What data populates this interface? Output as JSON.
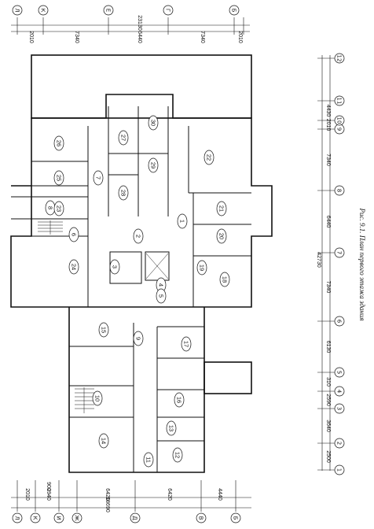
{
  "caption": "Рис. 9.1. План первого этажа здания",
  "axes_top": [
    "Л",
    "К",
    "Е",
    "Г",
    "Б"
  ],
  "axes_bottom": [
    "Л",
    "К",
    "И",
    "Ж",
    "Д",
    "В",
    "Б"
  ],
  "axes_right": [
    "1",
    "2",
    "3",
    "4",
    "5",
    "6",
    "7",
    "8",
    "9",
    "10",
    "11",
    "12"
  ],
  "dims_top": {
    "row1": [
      "2010",
      "7340",
      "6440",
      "7340",
      "2010"
    ],
    "total": "23130"
  },
  "dims_bottom": {
    "note": "900",
    "row1": [
      "2010",
      "2940",
      "6420",
      "6420",
      "4440"
    ],
    "total": "18690"
  },
  "dims_right": {
    "row1": [
      "2500",
      "3640",
      "2590",
      "310",
      "6130",
      "7340",
      "6440",
      "7340",
      "2010",
      "4430"
    ],
    "sub": "42730"
  },
  "rooms": [
    {
      "n": "1"
    },
    {
      "n": "2"
    },
    {
      "n": "3"
    },
    {
      "n": "4"
    },
    {
      "n": "5"
    },
    {
      "n": "6"
    },
    {
      "n": "7"
    },
    {
      "n": "8"
    },
    {
      "n": "9"
    },
    {
      "n": "10"
    },
    {
      "n": "11"
    },
    {
      "n": "12"
    },
    {
      "n": "13"
    },
    {
      "n": "14"
    },
    {
      "n": "15"
    },
    {
      "n": "16"
    },
    {
      "n": "17"
    },
    {
      "n": "18"
    },
    {
      "n": "19"
    },
    {
      "n": "20"
    },
    {
      "n": "21"
    },
    {
      "n": "22"
    },
    {
      "n": "23"
    },
    {
      "n": "24"
    },
    {
      "n": "25"
    },
    {
      "n": "26"
    },
    {
      "n": "27"
    },
    {
      "n": "28"
    },
    {
      "n": "29"
    },
    {
      "n": "30"
    }
  ]
}
